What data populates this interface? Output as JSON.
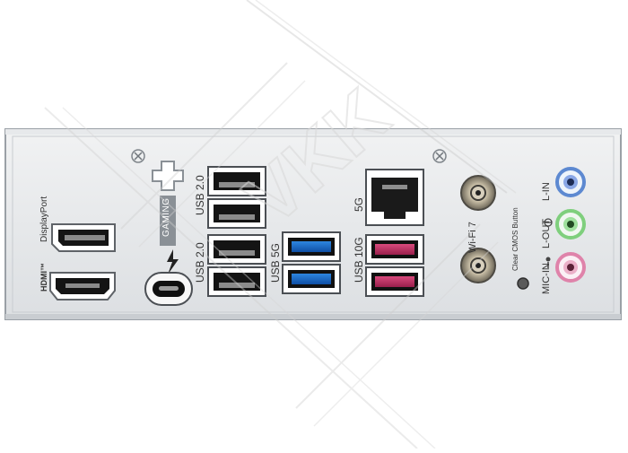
{
  "io_panel": {
    "labels": {
      "displayport": "DisplayPort",
      "hdmi": "HDMI™",
      "usb2_top": "USB 2.0",
      "usb2_bottom": "USB 2.0",
      "usb5g": "USB 5G",
      "usb10g": "USB 10G",
      "lan_5g": "5G",
      "wifi": "Wi-Fi 7",
      "clear_cmos": "Clear CMOS Button",
      "gaming": "GAMING",
      "line_in": "L-IN",
      "line_out": "L-OUT",
      "mic_in": "MIC-IN"
    },
    "watermark_text": "VKK"
  }
}
